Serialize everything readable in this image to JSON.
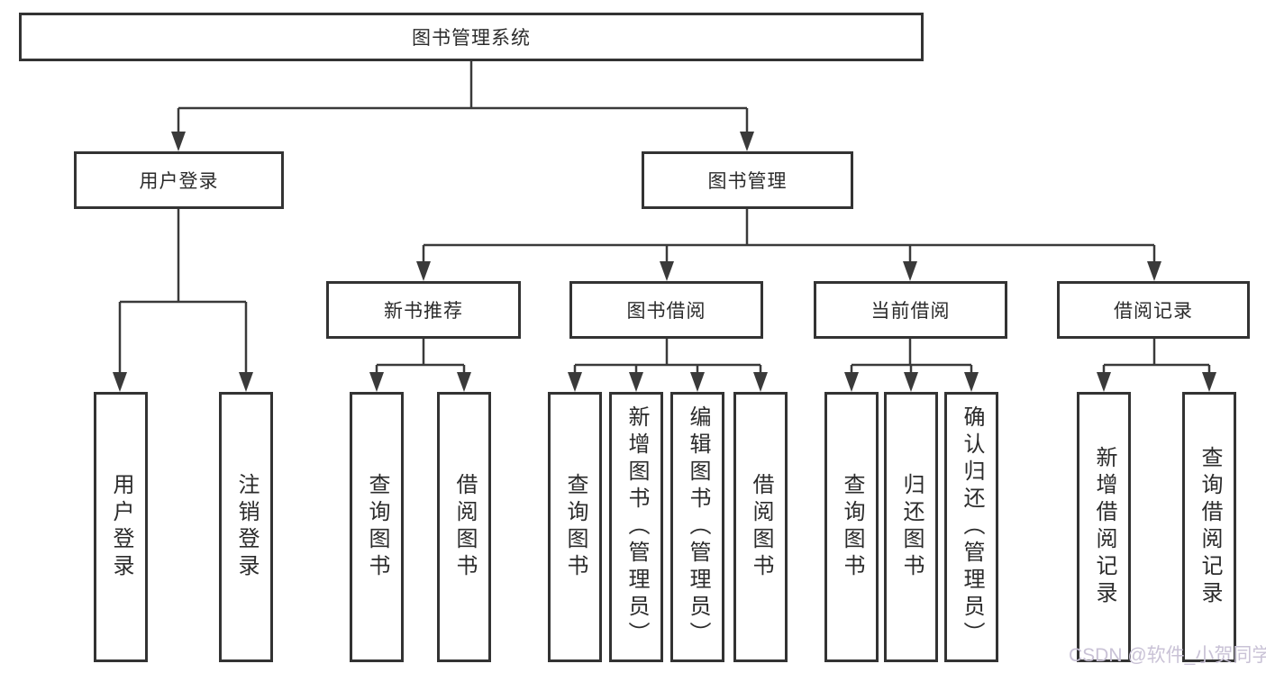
{
  "diagram_title": "图书管理系统",
  "tree": {
    "root": {
      "label": "图书管理系统"
    },
    "branches": [
      {
        "label": "用户登录",
        "children": [
          {
            "label": "用户登录"
          },
          {
            "label": "注销登录"
          }
        ]
      },
      {
        "label": "图书管理",
        "children": [
          {
            "label": "新书推荐",
            "children": [
              {
                "label": "查询图书"
              },
              {
                "label": "借阅图书"
              }
            ]
          },
          {
            "label": "图书借阅",
            "children": [
              {
                "label": "查询图书"
              },
              {
                "label": "新增图书（管理员）"
              },
              {
                "label": "编辑图书（管理员）"
              },
              {
                "label": "借阅图书"
              }
            ]
          },
          {
            "label": "当前借阅",
            "children": [
              {
                "label": "查询图书"
              },
              {
                "label": "归还图书"
              },
              {
                "label": "确认归还（管理员）"
              }
            ]
          },
          {
            "label": "借阅记录",
            "children": [
              {
                "label": "新增借阅记录"
              },
              {
                "label": "查询借阅记录"
              }
            ]
          }
        ]
      }
    ]
  },
  "watermark": "CSDN @软件_小贺同学",
  "colors": {
    "line": "#3a3a3a",
    "box_border": "#333333",
    "text": "#2b2b2b",
    "watermark": "#c9c2d6",
    "background": "#ffffff"
  }
}
